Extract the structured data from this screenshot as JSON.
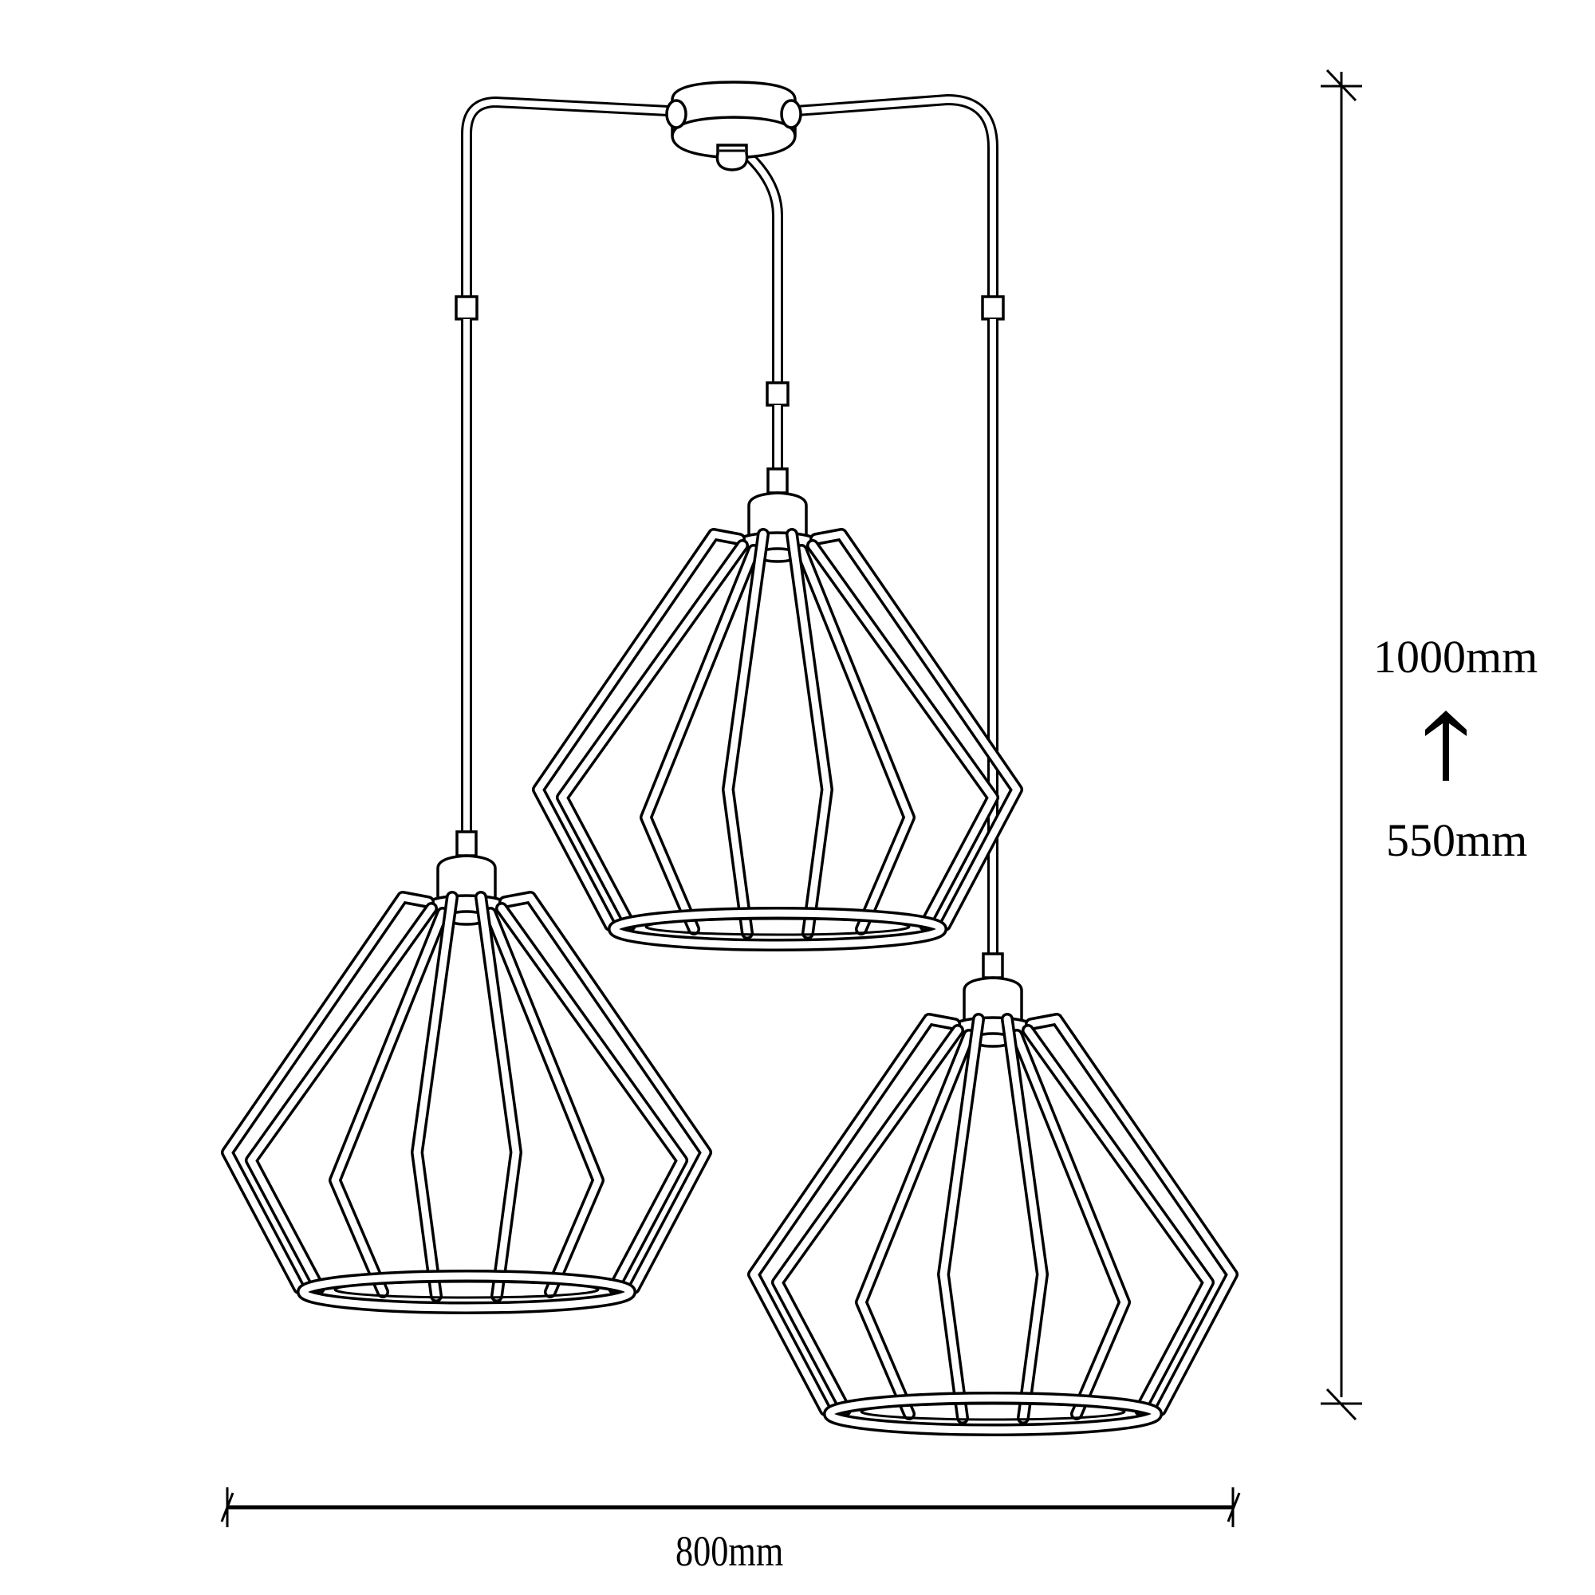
{
  "diagram": {
    "subject": "Three-light pendant lamp with geometric wire cage shades",
    "components": [
      {
        "name": "ceiling-canopy",
        "description": "round canopy with two side arms and a center drop"
      },
      {
        "name": "pendant-left",
        "description": "wire cage shade, lowest-left"
      },
      {
        "name": "pendant-center",
        "description": "wire cage shade, highest"
      },
      {
        "name": "pendant-right",
        "description": "wire cage shade, lower-right"
      }
    ]
  },
  "dimensions": {
    "height_max": "1000mm",
    "height_min": "550mm",
    "height_arrow": "up-arrow",
    "width": "800mm"
  },
  "colors": {
    "line": "#000000",
    "background": "#ffffff"
  }
}
